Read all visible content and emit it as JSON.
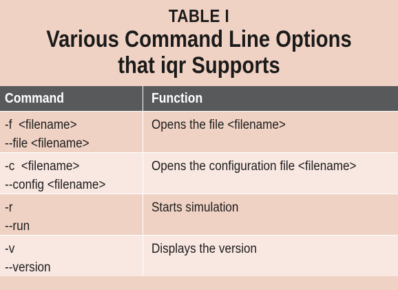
{
  "table": {
    "label": "TABLE I",
    "title_line1": "Various Command Line Options",
    "title_line2": "that iqr Supports",
    "columns": [
      "Command",
      "Function"
    ],
    "rows": [
      {
        "command_lines": [
          "-f  <filename>",
          "--file <filename>"
        ],
        "function": "Opens the file <filename>"
      },
      {
        "command_lines": [
          "-c  <filename>",
          "--config <filename>"
        ],
        "function": "Opens the configuration file <filename>"
      },
      {
        "command_lines": [
          "-r",
          "--run"
        ],
        "function": "Starts simulation"
      },
      {
        "command_lines": [
          "-v",
          "--version"
        ],
        "function": "Displays the version"
      }
    ]
  },
  "colors": {
    "background": "#f0d2c4",
    "row_alt": "#f9e8e2",
    "header": "#58595b"
  }
}
